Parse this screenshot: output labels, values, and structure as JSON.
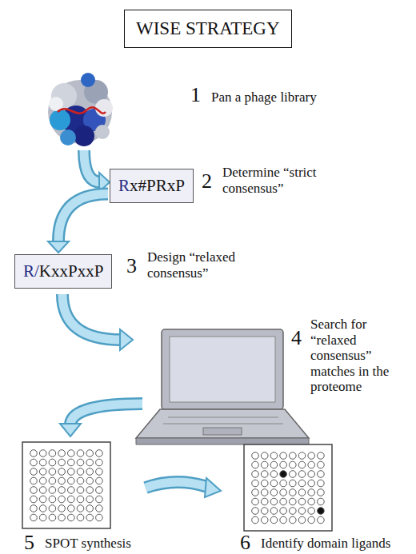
{
  "diagram": {
    "title": "WISE STRATEGY",
    "nodes": [
      {
        "text": [
          "Rx#PRxP"
        ]
      },
      {
        "text": [
          "R/KxxPxxP"
        ]
      }
    ],
    "edges": [
      {
        "from": 0,
        "to": 1,
        "arrow": "to"
      }
    ],
    "labels": [
      "1",
      "Pan a phage library",
      "2",
      "Determine “strict consensus”",
      "3",
      "Design “relaxed consensus”",
      "4",
      "Search for “relaxed consensus” matches in the proteome",
      "5",
      "SPOT synthesis",
      "6",
      "Identify domain ligands"
    ]
  }
}
